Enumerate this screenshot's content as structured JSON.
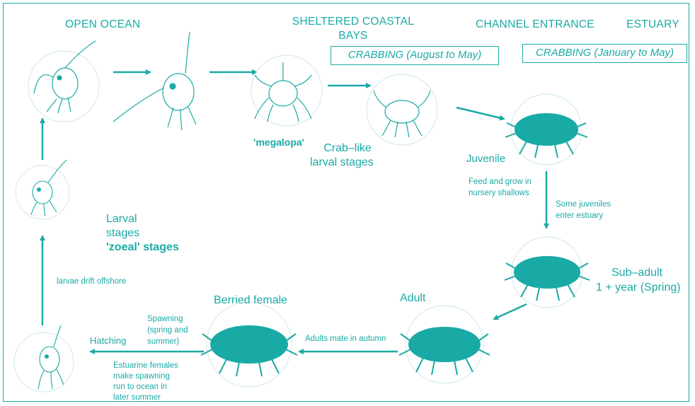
{
  "colors": {
    "accent": "#1aaaa6",
    "background": "#ffffff"
  },
  "zones": {
    "open_ocean": "OPEN OCEAN",
    "sheltered_line1": "SHELTERED COASTAL",
    "sheltered_line2": "BAYS",
    "channel": "CHANNEL ENTRANCE",
    "estuary": "ESTUARY"
  },
  "crabbing": {
    "bays": "CRABBING (August to May)",
    "estuary": "CRABBING (January to May)"
  },
  "stages": {
    "megalopa": "'megalopa'",
    "crablike_line1": "Crab–like",
    "crablike_line2": "larval stages",
    "juvenile": "Juvenile",
    "larval_line1": "Larval",
    "larval_line2": "stages",
    "zoeal": "'zoeal' stages",
    "subadult_line1": "Sub–adult",
    "subadult_line2": "1 + year  (Spring)",
    "adult": "Adult",
    "berried": "Berried female",
    "hatching": "Hatching"
  },
  "notes": {
    "feed_line1": "Feed and grow in",
    "feed_line2": "nursery shallows",
    "enter_line1": "Some juveniles",
    "enter_line2": "enter estuary",
    "drift": "larvae drift offshore",
    "mate": "Adults mate in autumn",
    "spawn_line1": "Spawning",
    "spawn_line2": "(spring and",
    "spawn_line3": "summer)",
    "run_line1": "Estuarine females",
    "run_line2": "make spawning",
    "run_line3": "run to ocean in",
    "run_line4": "later summer"
  },
  "icons": [
    "zoea-larva-icon",
    "megalopa-icon",
    "crab-icon",
    "arrow-icon"
  ]
}
